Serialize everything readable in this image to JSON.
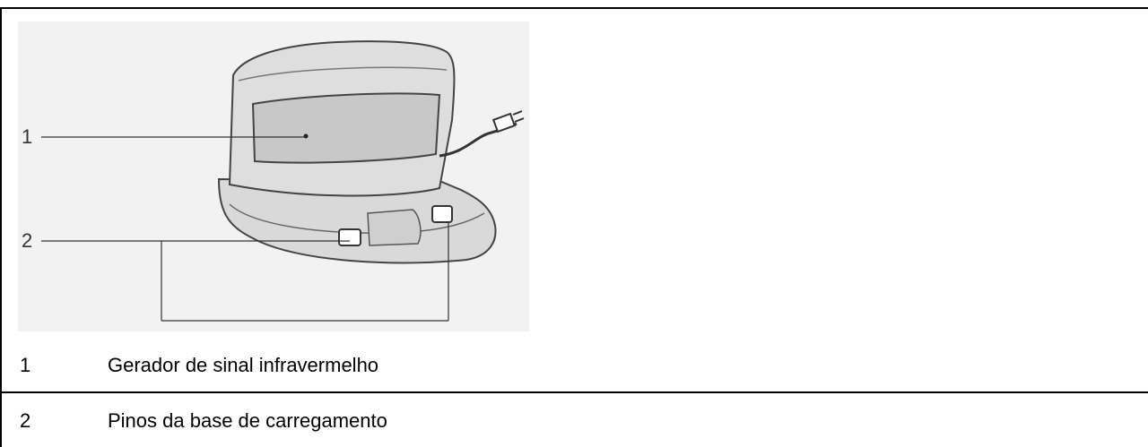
{
  "figure": {
    "callouts": [
      "1",
      "2"
    ]
  },
  "legend": [
    {
      "number": "1",
      "label": "Gerador de sinal infravermelho"
    },
    {
      "number": "2",
      "label": "Pinos da base de carregamento"
    }
  ]
}
